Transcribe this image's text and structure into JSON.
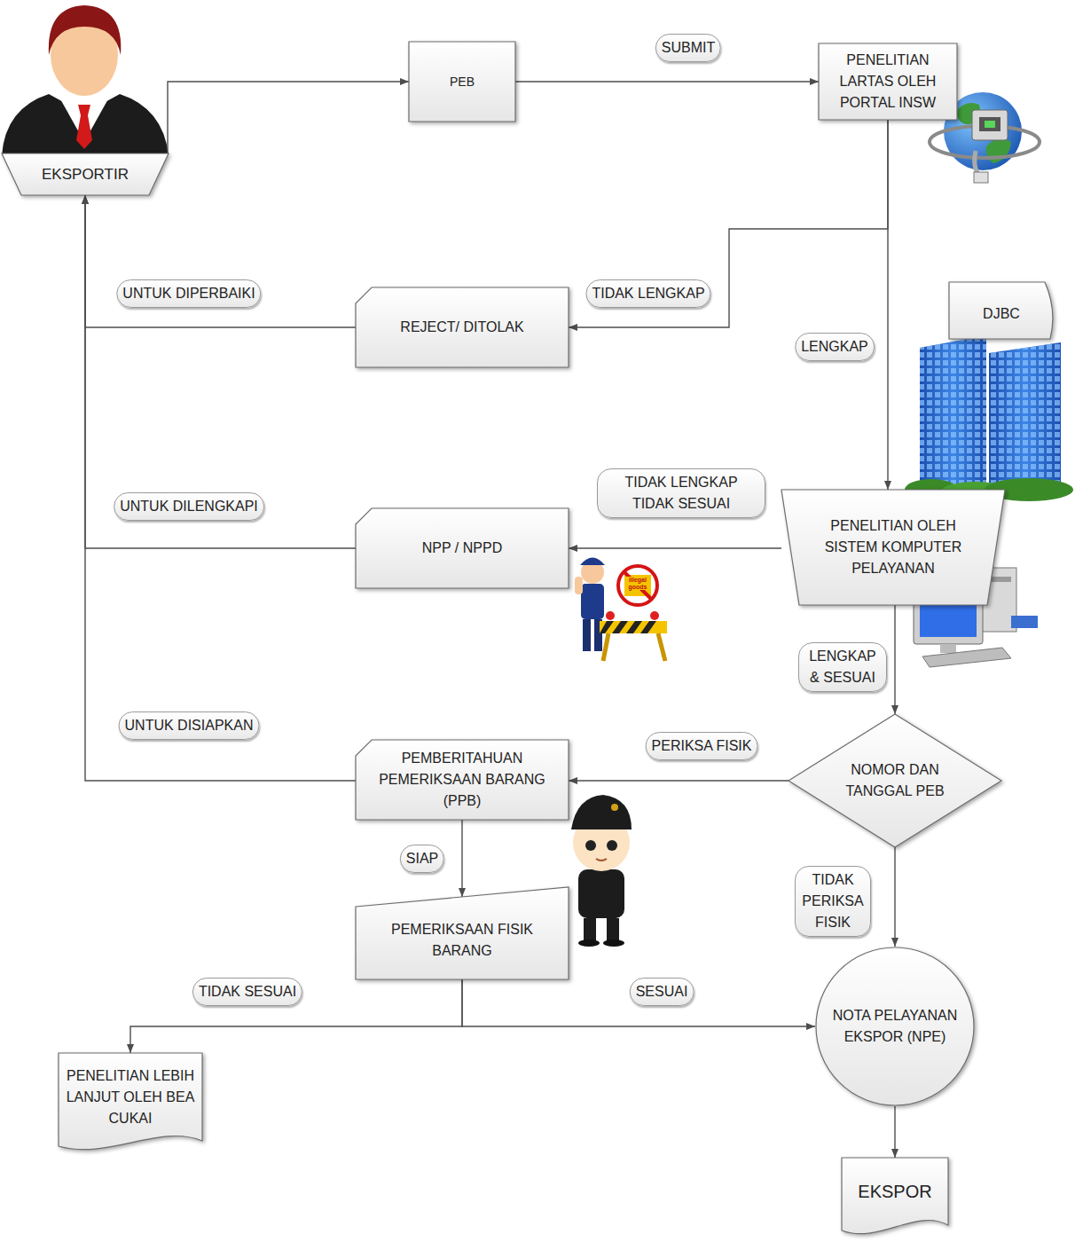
{
  "diagram": {
    "nodes": [
      {
        "text": [
          "EKSPORTIR"
        ]
      },
      {
        "text": [
          "PEB"
        ]
      },
      {
        "text": [
          "PENELITIAN LARTAS OLEH PORTAL INSW"
        ]
      },
      {
        "text": [
          "DJBC"
        ]
      },
      {
        "text": [
          "REJECT/ DITOLAK"
        ]
      },
      {
        "text": [
          "PENELITIAN OLEH SISTEM KOMPUTER PELAYANAN"
        ]
      },
      {
        "text": [
          "NPP / NPPD"
        ]
      },
      {
        "text": [
          "PEMBERITAHUAN PEMERIKSAAN BARANG (PPB)"
        ]
      },
      {
        "text": [
          "NOMOR DAN TANGGAL PEB"
        ]
      },
      {
        "text": [
          "PEMERIKSAAN FISIK BARANG"
        ]
      },
      {
        "text": [
          "NOTA PELAYANAN EKSPOR (NPE)"
        ]
      },
      {
        "text": [
          "PENELITIAN LEBIH LANJUT OLEH BEA CUKAI"
        ]
      },
      {
        "text": [
          "EKSPOR"
        ]
      }
    ],
    "edges": [
      {
        "from": 0,
        "to": 1,
        "arrow": "to"
      },
      {
        "from": 1,
        "to": 2,
        "label": "SUBMIT",
        "arrow": "to"
      },
      {
        "from": 2,
        "to": 4,
        "label": "TIDAK LENGKAP",
        "arrow": "to"
      },
      {
        "from": 2,
        "to": 5,
        "label": "LENGKAP",
        "arrow": "to"
      },
      {
        "from": 4,
        "to": 0,
        "label": "UNTUK DIPERBAIKI",
        "arrow": "to"
      },
      {
        "from": 5,
        "to": 6,
        "label": "TIDAK LENGKAP TIDAK SESUAI",
        "arrow": "to"
      },
      {
        "from": 6,
        "to": 0,
        "label": "UNTUK DILENGKAPI",
        "arrow": "to"
      },
      {
        "from": 5,
        "to": 8,
        "label": "LENGKAP & SESUAI",
        "arrow": "to"
      },
      {
        "from": 8,
        "to": 7,
        "label": "PERIKSA FISIK",
        "arrow": "to"
      },
      {
        "from": 7,
        "to": 0,
        "label": "UNTUK DISIAPKAN",
        "arrow": "to"
      },
      {
        "from": 7,
        "to": 9,
        "label": "SIAP",
        "arrow": "to"
      },
      {
        "from": 9,
        "to": 11,
        "label": "TIDAK SESUAI",
        "arrow": "to"
      },
      {
        "from": 9,
        "to": 10,
        "label": "SESUAI",
        "arrow": "to"
      },
      {
        "from": 8,
        "to": 10,
        "label": "TIDAK PERIKSA FISIK",
        "arrow": "to"
      },
      {
        "from": 10,
        "to": 12,
        "arrow": "to"
      }
    ],
    "labels": [
      "illegal goods"
    ]
  }
}
